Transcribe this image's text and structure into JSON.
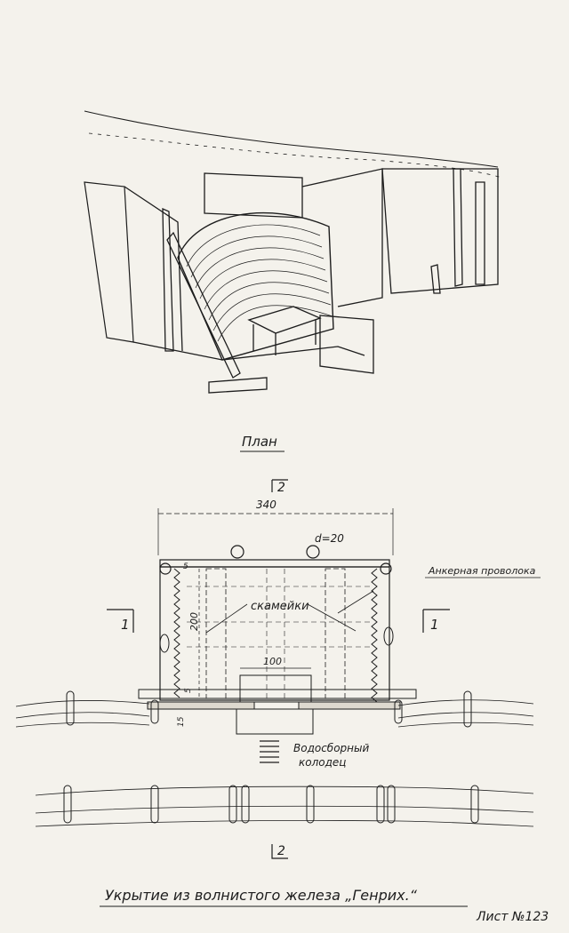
{
  "drawing": {
    "plan_label": "План",
    "section_marks": {
      "top": "2",
      "bottom": "2",
      "left": "1",
      "right": "1"
    },
    "dimensions": {
      "width": "340",
      "depth": "200",
      "door": "100",
      "bolt": "d=20",
      "left_5": "5",
      "small_5": "5",
      "sill": "15"
    },
    "labels": {
      "anchor_wire": "Анкерная проволока",
      "benches": "скамейки",
      "well_line1": "Водосборный",
      "well_line2": "колодец"
    },
    "caption": "Укрытие из волнистого железа „Генрих.“",
    "sheet_number": "Лист №123"
  }
}
